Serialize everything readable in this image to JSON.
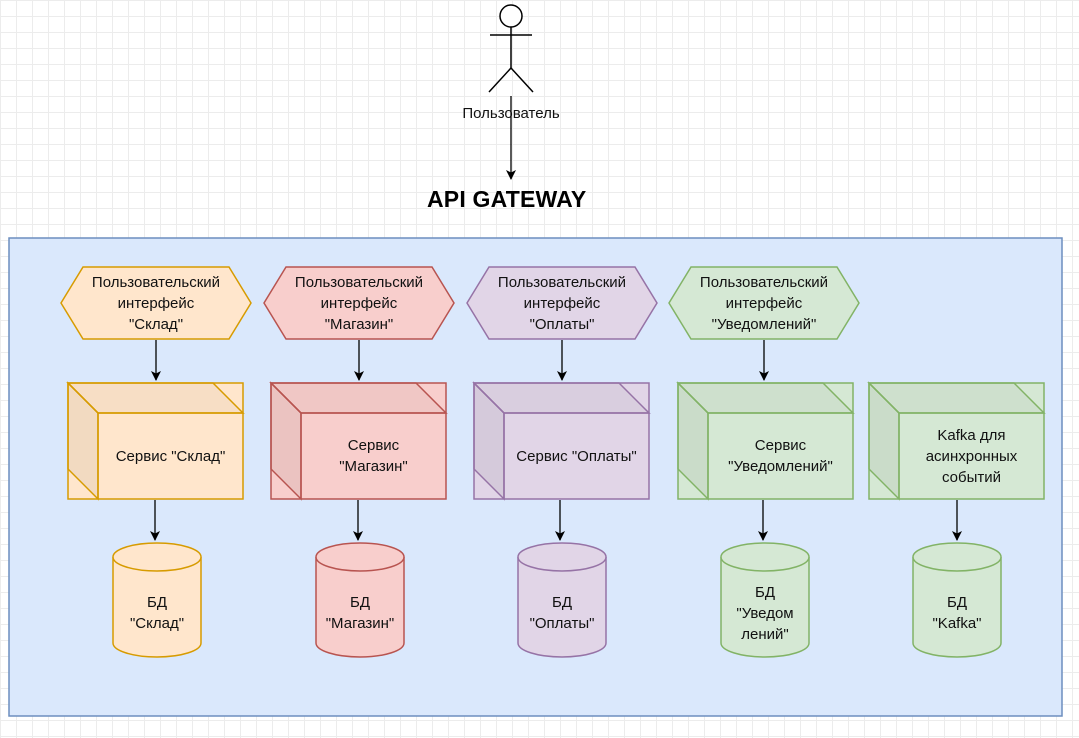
{
  "user": {
    "label": "Пользователь"
  },
  "gateway": {
    "title": "API GATEWAY"
  },
  "columns": [
    {
      "ui": "Пользовательский\nинтерфейс\n\"Склад\"",
      "service": "Сервис \"Склад\"",
      "db": "БД\n\"Склад\"",
      "fill": "#ffe6cc",
      "stroke": "#d79b00"
    },
    {
      "ui": "Пользовательский\nинтерфейс\n\"Магазин\"",
      "service": "Сервис\n\"Магазин\"",
      "db": "БД\n\"Магазин\"",
      "fill": "#f8cecc",
      "stroke": "#b85450"
    },
    {
      "ui": "Пользовательский\nинтерфейс\n\"Оплаты\"",
      "service": "Сервис \"Оплаты\"",
      "db": "БД\n\"Оплаты\"",
      "fill": "#e1d5e7",
      "stroke": "#9673a6"
    },
    {
      "ui": "Пользовательский\nинтерфейс\n\"Уведомлений\"",
      "service": "Сервис\n\"Уведомлений\"",
      "db": "БД\n\"Уведом\nлений\"",
      "fill": "#d5e8d4",
      "stroke": "#82b366"
    }
  ],
  "kafka": {
    "service": "Kafka для\nасинхронных\nсобытий",
    "db": "БД\n\"Kafka\"",
    "fill": "#d5e8d4",
    "stroke": "#82b366"
  },
  "colors": {
    "container_fill": "#dae8fc",
    "container_stroke": "#6c8ebf"
  }
}
